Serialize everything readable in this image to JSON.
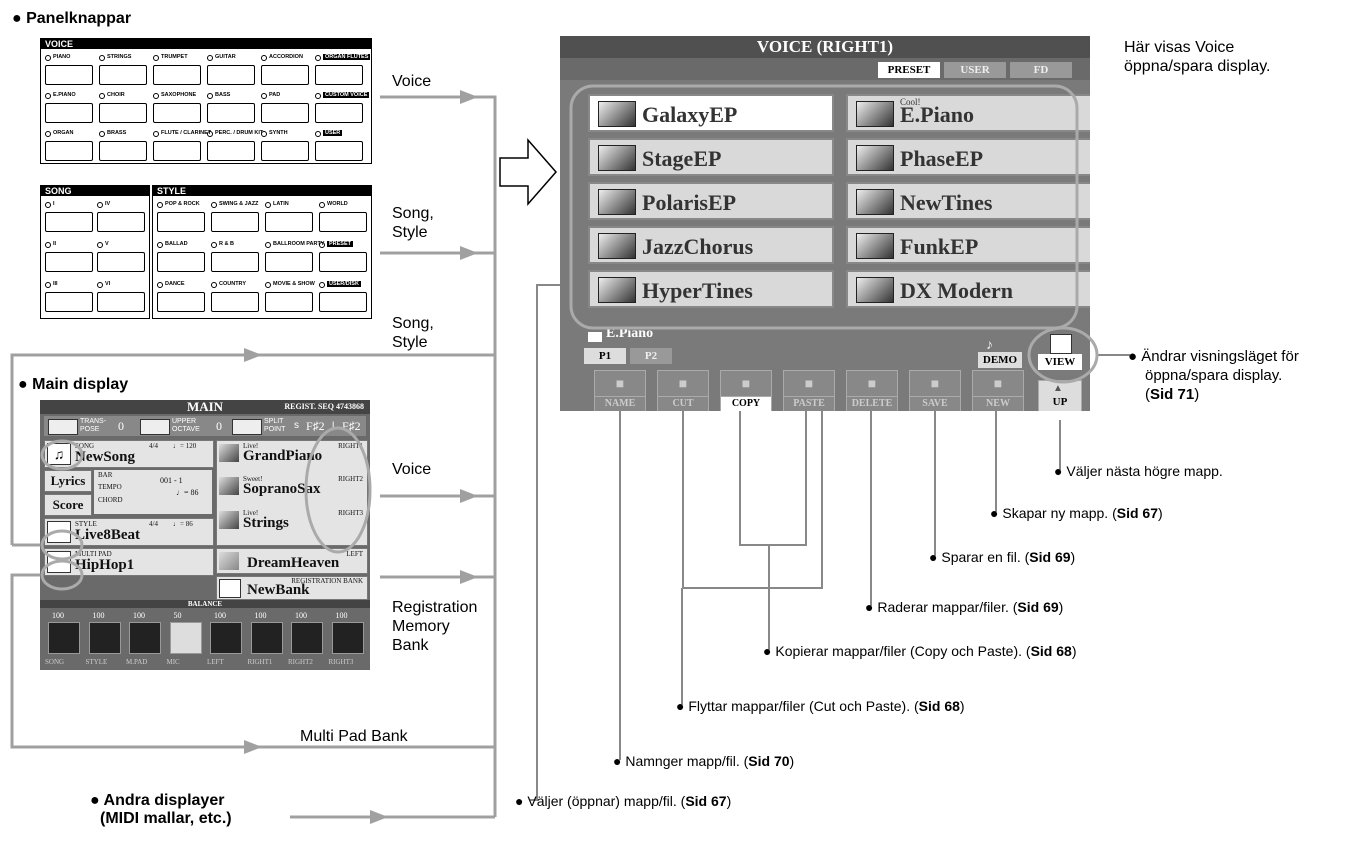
{
  "headings": {
    "panel_buttons": "Panelknappar",
    "main_display": "Main display",
    "other_displays_line1": "Andra displayer",
    "other_displays_line2": "(MIDI mallar, etc.)"
  },
  "voice_panel": {
    "header": "VOICE",
    "rows": [
      [
        "PIANO",
        "STRINGS",
        "TRUMPET",
        "GUITAR",
        "ACCORDION",
        "ORGAN FLUTES"
      ],
      [
        "E.PIANO",
        "CHOIR",
        "SAXOPHONE",
        "BASS",
        "PAD",
        "CUSTOM VOICE"
      ],
      [
        "ORGAN",
        "BRASS",
        "FLUTE / CLARINET",
        "PERC. / DRUM KIT",
        "SYNTH",
        "USER"
      ]
    ]
  },
  "song_panel": {
    "header": "SONG",
    "rows": [
      [
        "I",
        "IV"
      ],
      [
        "II",
        "V"
      ],
      [
        "III",
        "VI"
      ]
    ]
  },
  "style_panel": {
    "header": "STYLE",
    "rows": [
      [
        "POP & ROCK",
        "SWING & JAZZ",
        "LATIN",
        "WORLD"
      ],
      [
        "BALLAD",
        "R & B",
        "BALLROOM PARTY",
        "PRESET"
      ],
      [
        "DANCE",
        "COUNTRY",
        "MOVIE & SHOW",
        "USER/DISK"
      ]
    ]
  },
  "arrow_labels": {
    "voice_top": "Voice",
    "song_style_1a": "Song,",
    "song_style_1b": "Style",
    "song_style_2a": "Song,",
    "song_style_2b": "Style",
    "voice_mid": "Voice",
    "reg_1": "Registration",
    "reg_2": "Memory",
    "reg_3": "Bank",
    "multi_pad": "Multi Pad Bank"
  },
  "main_screen": {
    "title": "MAIN",
    "regist": "REGIST. SEQ 4743868",
    "transpose_label": "TRANS-POSE",
    "transpose_value": "0",
    "upper_octave_label": "UPPER OCTAVE",
    "upper_octave_value": "0",
    "split_label": "SPLIT POINT",
    "split_s": "s",
    "split_s_value": "F♯2",
    "split_l": "L",
    "split_l_value": "F♯2",
    "song_label": "SONG",
    "song_meter": "4/4",
    "song_tempo": "♩= 120",
    "song_name": "NewSong",
    "lyrics": "Lyrics",
    "score": "Score",
    "bar_label": "BAR",
    "bar_value": "001 -   1",
    "tempo_label": "TEMPO",
    "tempo_value": "♩=  86",
    "chord_label": "CHORD",
    "style_label": "STYLE",
    "style_meter": "4/4",
    "style_tempo": "♩=  86",
    "style_name": "Live8Beat",
    "pad_label": "MULTI PAD",
    "pad_name": "HipHop1",
    "right1": "RIGHT1",
    "right1_tag": "Live!",
    "right1_name": "GrandPiano",
    "right2": "RIGHT2",
    "right2_tag": "Sweet!",
    "right2_name": "SopranoSax",
    "right3": "RIGHT3",
    "right3_tag": "Live!",
    "right3_name": "Strings",
    "left": "LEFT",
    "left_name": "DreamHeaven",
    "reg_bank_label": "REGISTRATION BANK",
    "reg_bank_name": "NewBank",
    "balance": "BALANCE",
    "mixer": [
      {
        "label": "SONG",
        "value": "100"
      },
      {
        "label": "STYLE",
        "value": "100"
      },
      {
        "label": "M.PAD",
        "value": "100"
      },
      {
        "label": "MIC",
        "value": "50"
      },
      {
        "label": "LEFT",
        "value": "100"
      },
      {
        "label": "RIGHT1",
        "value": "100"
      },
      {
        "label": "RIGHT2",
        "value": "100"
      },
      {
        "label": "RIGHT3",
        "value": "100"
      }
    ]
  },
  "voice_screen": {
    "title": "VOICE (RIGHT1)",
    "tabs": [
      "PRESET",
      "USER",
      "FD"
    ],
    "voices": [
      {
        "name": "GalaxyEP",
        "sub": ""
      },
      {
        "name": "E.Piano",
        "sub": "Cool!"
      },
      {
        "name": "StageEP",
        "sub": ""
      },
      {
        "name": "PhaseEP",
        "sub": ""
      },
      {
        "name": "PolarisEP",
        "sub": ""
      },
      {
        "name": "NewTines",
        "sub": ""
      },
      {
        "name": "JazzChorus",
        "sub": ""
      },
      {
        "name": "FunkEP",
        "sub": ""
      },
      {
        "name": "HyperTines",
        "sub": ""
      },
      {
        "name": "DX Modern",
        "sub": ""
      }
    ],
    "folder": "E.Piano",
    "pages": [
      "P1",
      "P2"
    ],
    "demo": "DEMO",
    "view": "VIEW",
    "buttons": [
      "NAME",
      "CUT",
      "COPY",
      "PASTE",
      "DELETE",
      "SAVE",
      "NEW"
    ],
    "up": "UP"
  },
  "callouts": {
    "display_desc_1": "Här visas Voice",
    "display_desc_2": "öppna/spara display.",
    "view_1": "Ändrar visningsläget för",
    "view_2": "öppna/spara display.",
    "view_3_pre": "(",
    "view_3_ref": "Sid 71",
    "view_3_post": ")",
    "up": "Väljer nästa högre mapp.",
    "new_pre": "Skapar ny mapp. (",
    "new_ref": "Sid 67",
    "new_post": ")",
    "save_pre": "Sparar en fil. (",
    "save_ref": "Sid 69",
    "save_post": ")",
    "delete_pre": "Raderar mappar/filer. (",
    "delete_ref": "Sid 69",
    "delete_post": ")",
    "copy_pre": "Kopierar mappar/filer (Copy och Paste). (",
    "copy_ref": "Sid 68",
    "copy_post": ")",
    "cut_pre": "Flyttar mappar/filer (Cut och Paste). (",
    "cut_ref": "Sid 68",
    "cut_post": ")",
    "name_pre": "Namnger mapp/fil. (",
    "name_ref": "Sid 70",
    "name_post": ")",
    "select_pre": "Väljer (öppnar) mapp/fil. (",
    "select_ref": "Sid 67",
    "select_post": ")"
  }
}
